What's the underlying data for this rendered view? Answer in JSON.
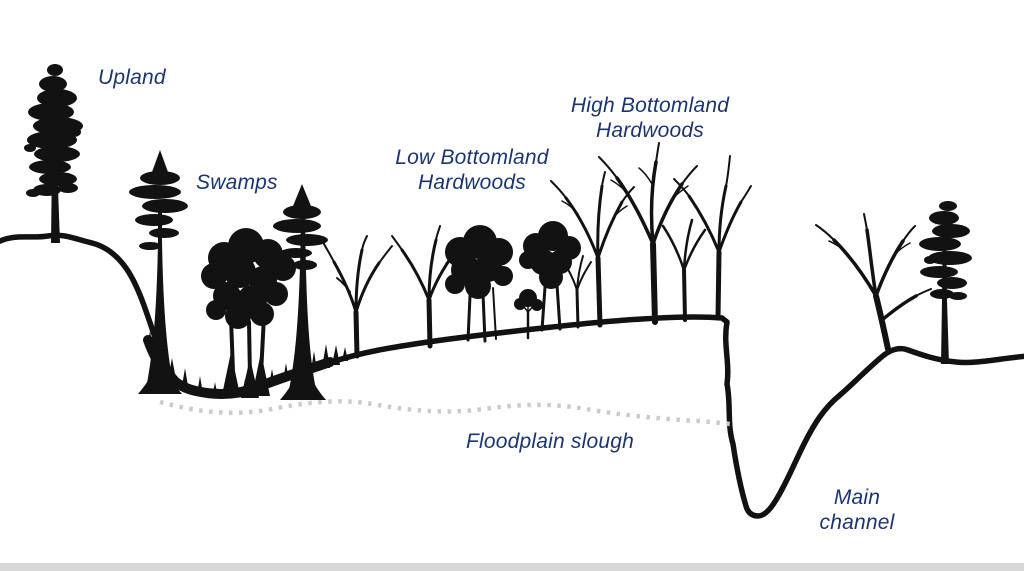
{
  "labels": {
    "upland": "Upland",
    "swamps": "Swamps",
    "low_bottomland": "Low Bottomland\nHardwoods",
    "high_bottomland": "High Bottomland\nHardwoods",
    "floodplain_slough": "Floodplain slough",
    "main_channel": "Main\nchannel"
  },
  "colors": {
    "label_text": "#1c3572",
    "illustration_ink": "#121212",
    "slough_dotted_line": "#cbcbcb",
    "bottom_bar": "#d8d8d8",
    "background": "#ffffff"
  }
}
